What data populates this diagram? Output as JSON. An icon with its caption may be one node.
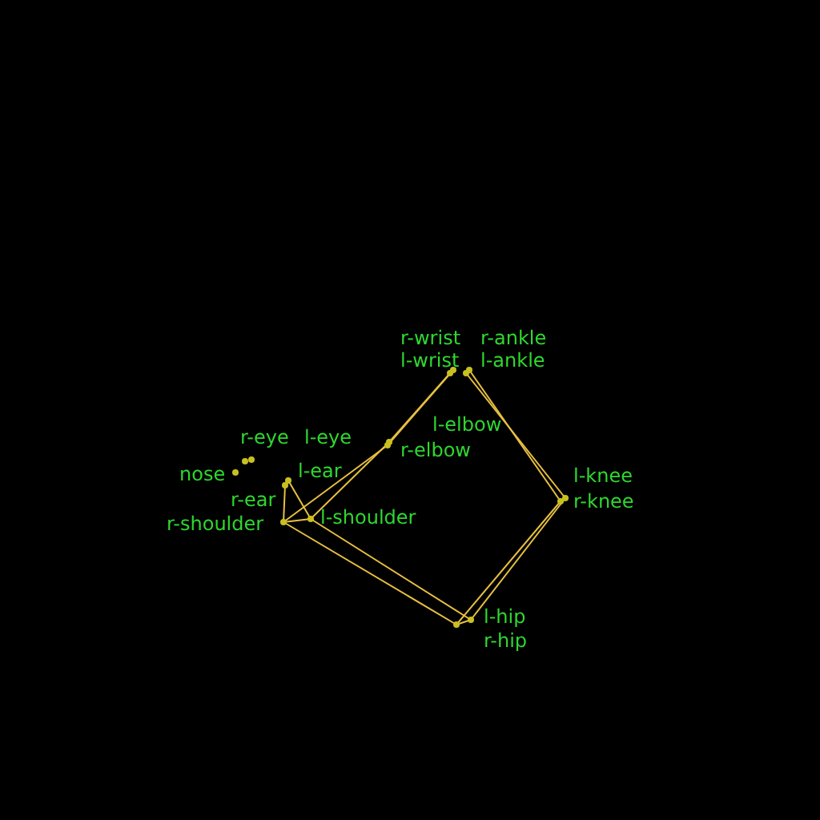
{
  "diagram": {
    "nodes": [
      {
        "text": [
          "nose"
        ]
      },
      {
        "text": [
          "l-eye"
        ]
      },
      {
        "text": [
          "r-eye"
        ]
      },
      {
        "text": [
          "l-ear"
        ]
      },
      {
        "text": [
          "r-ear"
        ]
      },
      {
        "text": [
          "l-shoulder"
        ]
      },
      {
        "text": [
          "r-shoulder"
        ]
      },
      {
        "text": [
          "l-elbow"
        ]
      },
      {
        "text": [
          "r-elbow"
        ]
      },
      {
        "text": [
          "l-wrist"
        ]
      },
      {
        "text": [
          "r-wrist"
        ]
      },
      {
        "text": [
          "l-hip"
        ]
      },
      {
        "text": [
          "r-hip"
        ]
      },
      {
        "text": [
          "l-knee"
        ]
      },
      {
        "text": [
          "r-knee"
        ]
      },
      {
        "text": [
          "l-ankle"
        ]
      },
      {
        "text": [
          "r-ankle"
        ]
      }
    ],
    "edges": [
      {
        "from": 3,
        "to": 5,
        "arrow": "none"
      },
      {
        "from": 4,
        "to": 6,
        "arrow": "none"
      },
      {
        "from": 5,
        "to": 6,
        "arrow": "none"
      },
      {
        "from": 5,
        "to": 7,
        "arrow": "none"
      },
      {
        "from": 7,
        "to": 9,
        "arrow": "none"
      },
      {
        "from": 6,
        "to": 8,
        "arrow": "none"
      },
      {
        "from": 8,
        "to": 10,
        "arrow": "none"
      },
      {
        "from": 5,
        "to": 11,
        "arrow": "none"
      },
      {
        "from": 6,
        "to": 12,
        "arrow": "none"
      },
      {
        "from": 11,
        "to": 12,
        "arrow": "none"
      },
      {
        "from": 11,
        "to": 13,
        "arrow": "none"
      },
      {
        "from": 13,
        "to": 15,
        "arrow": "none"
      },
      {
        "from": 12,
        "to": 14,
        "arrow": "none"
      },
      {
        "from": 14,
        "to": 16,
        "arrow": "none"
      }
    ]
  }
}
